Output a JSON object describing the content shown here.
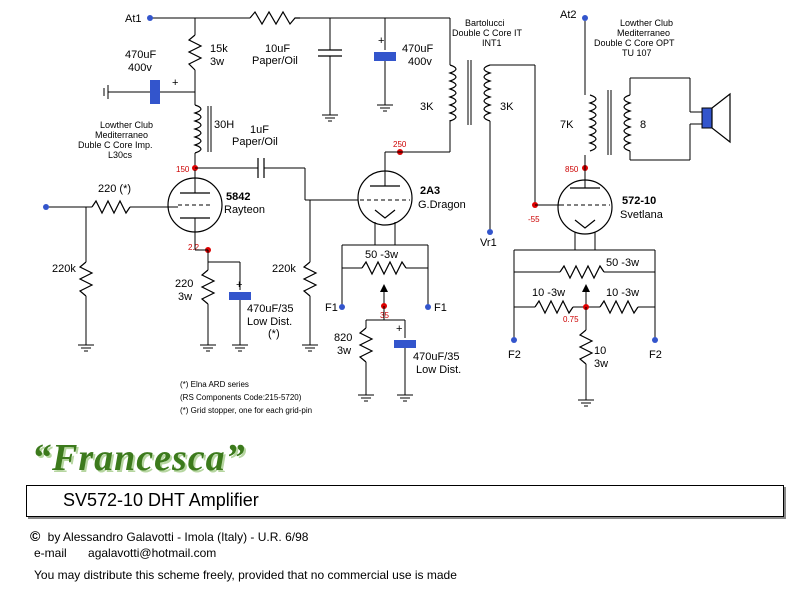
{
  "nodes": {
    "at1": "At1",
    "at2": "At2",
    "f1_left": "F1",
    "f1_right": "F1",
    "f2_left": "F2",
    "f2_right": "F2",
    "vr1": "Vr1"
  },
  "components": {
    "r_15k": [
      "15k",
      "3w"
    ],
    "c_470_left": [
      "470uF",
      "400v"
    ],
    "c_10uf": [
      "10uF",
      "Paper/Oil"
    ],
    "c_470_mid": [
      "470uF",
      "400v"
    ],
    "choke": [
      "Lowther Club",
      "Mediterraneo",
      "Duble C Core Imp.",
      "L30cs"
    ],
    "choke_value": "30H",
    "c_1uf": [
      "1uF",
      "Paper/Oil"
    ],
    "r_220_grid": "220 (*)",
    "r_220k_left": "220k",
    "tube_5842": [
      "5842",
      "Rayteon"
    ],
    "r_220_cathode": [
      "220",
      "3w"
    ],
    "c_470_35_left": [
      "470uF/35",
      "Low Dist.",
      "(*)"
    ],
    "r_220k_mid": "220k",
    "tube_2a3": [
      "2A3",
      "G.Dragon"
    ],
    "pot_50_mid": "50 -3w",
    "r_820": [
      "820",
      "3w"
    ],
    "c_470_35_mid": [
      "470uF/35",
      "Low Dist."
    ],
    "it": [
      "Bartolucci",
      "Double C Core IT",
      "INT1"
    ],
    "it_prim": "3K",
    "it_sec": "3K",
    "opt": [
      "Lowther Club",
      "Mediterraneo",
      "Double C Core OPT",
      "TU 107"
    ],
    "opt_prim": "7K",
    "opt_sec": "8",
    "tube_57210": [
      "572-10",
      "Svetlana"
    ],
    "pot_50_right": "50 -3w",
    "r_10_left": "10 -3w",
    "r_10_right": "10 -3w",
    "r_10_bottom": [
      "10",
      "3w"
    ]
  },
  "voltages": {
    "v150": "150",
    "v2_2": "2.2",
    "v250": "250",
    "v35": "35",
    "v850": "850",
    "v_55": "-55",
    "v0_75": "0.75"
  },
  "notes": [
    "(*) Elna ARD series",
    "(RS Components Code:215-5720)",
    "(*) Grid stopper, one for each grid-pin"
  ],
  "title": {
    "name": "“Francesca”",
    "model": "SV572-10   DHT Amplifier",
    "credit": "by Alessandro Galavotti - Imola (Italy) - U.R. 6/98",
    "copyright_symbol": "©",
    "email_label": "e-mail",
    "email": "agalavotti@hotmail.com",
    "notice": "You may distribute this scheme freely, provided that no commercial use is made"
  },
  "colors": {
    "voltage_dot": "#dd0000",
    "terminal_dot": "#3355cc",
    "capacitor_fill": "#3355cc",
    "title_green": "#3c7a1c"
  }
}
